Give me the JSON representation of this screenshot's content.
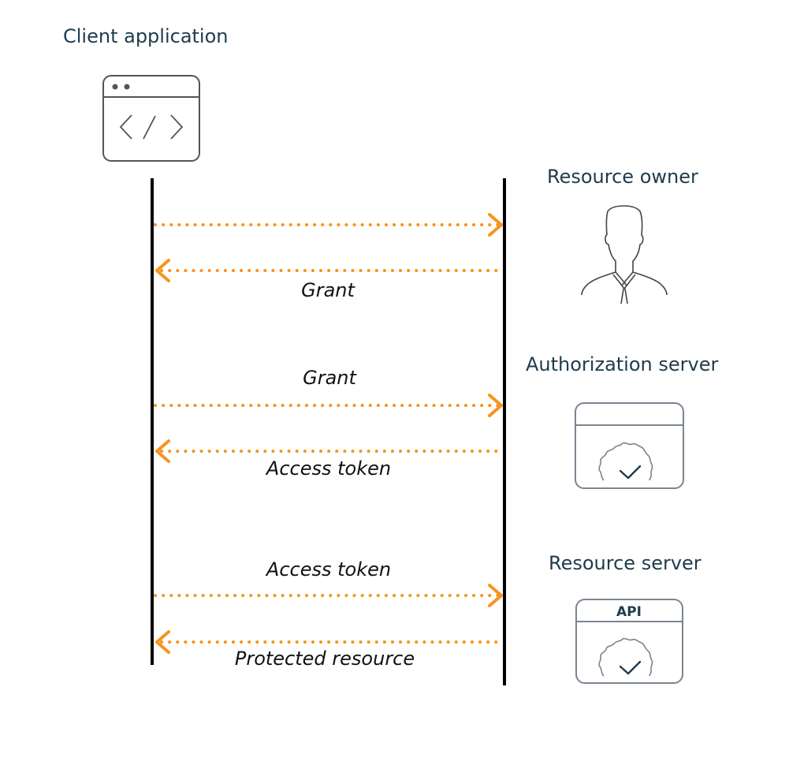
{
  "diagram": {
    "type": "sequence",
    "title": "OAuth 2.0 abstract protocol flow",
    "colors": {
      "arrow": "#f7941d",
      "lifeline": "#000000",
      "label": "#1f3b4d",
      "icon_stroke": "#555555",
      "icon_stroke_light": "#7a8590",
      "check": "#1f3b4d"
    },
    "participants": {
      "client": {
        "label": "Client application",
        "icon": "browser-code-icon"
      },
      "resource_owner": {
        "label": "Resource owner",
        "icon": "person-icon"
      },
      "authorization_server": {
        "label": "Authorization server",
        "icon": "server-gear-check-icon"
      },
      "resource_server": {
        "label": "Resource server",
        "icon": "api-gear-check-icon",
        "icon_text": "API"
      }
    },
    "messages": [
      {
        "from": "client",
        "to": "right",
        "label": "",
        "label_position": "none"
      },
      {
        "from": "right",
        "to": "client",
        "label": "Grant",
        "label_position": "below"
      },
      {
        "from": "client",
        "to": "right",
        "label": "Grant",
        "label_position": "above"
      },
      {
        "from": "right",
        "to": "client",
        "label": "Access token",
        "label_position": "below"
      },
      {
        "from": "client",
        "to": "right",
        "label": "Access token",
        "label_position": "above"
      },
      {
        "from": "right",
        "to": "client",
        "label": "Protected resource",
        "label_position": "below"
      }
    ]
  }
}
